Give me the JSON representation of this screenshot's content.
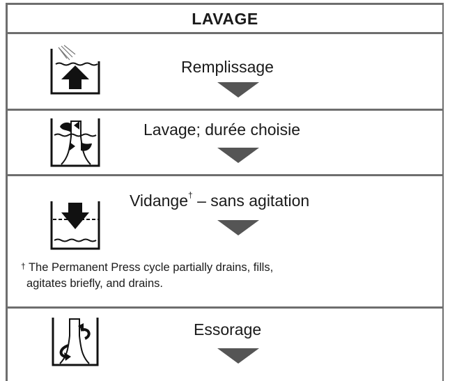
{
  "header": {
    "title": "LAVAGE"
  },
  "steps": [
    {
      "label": "Remplissage",
      "icon": "tub-fill-icon"
    },
    {
      "label": "Lavage; durée choisie",
      "icon": "tub-agitate-icon"
    },
    {
      "label": "Vidange",
      "dagger": "†",
      "label_suffix": " – sans agitation",
      "icon": "tub-drain-icon"
    },
    {
      "label": "Essorage",
      "icon": "spin-icon"
    }
  ],
  "footnote": {
    "mark": "†",
    "line1": " The Permanent Press cycle partially drains, fills,",
    "line2": "agitates briefly, and drains."
  },
  "colors": {
    "rule": "#6e6e6e",
    "arrow": "#555555",
    "ink": "#111111"
  }
}
